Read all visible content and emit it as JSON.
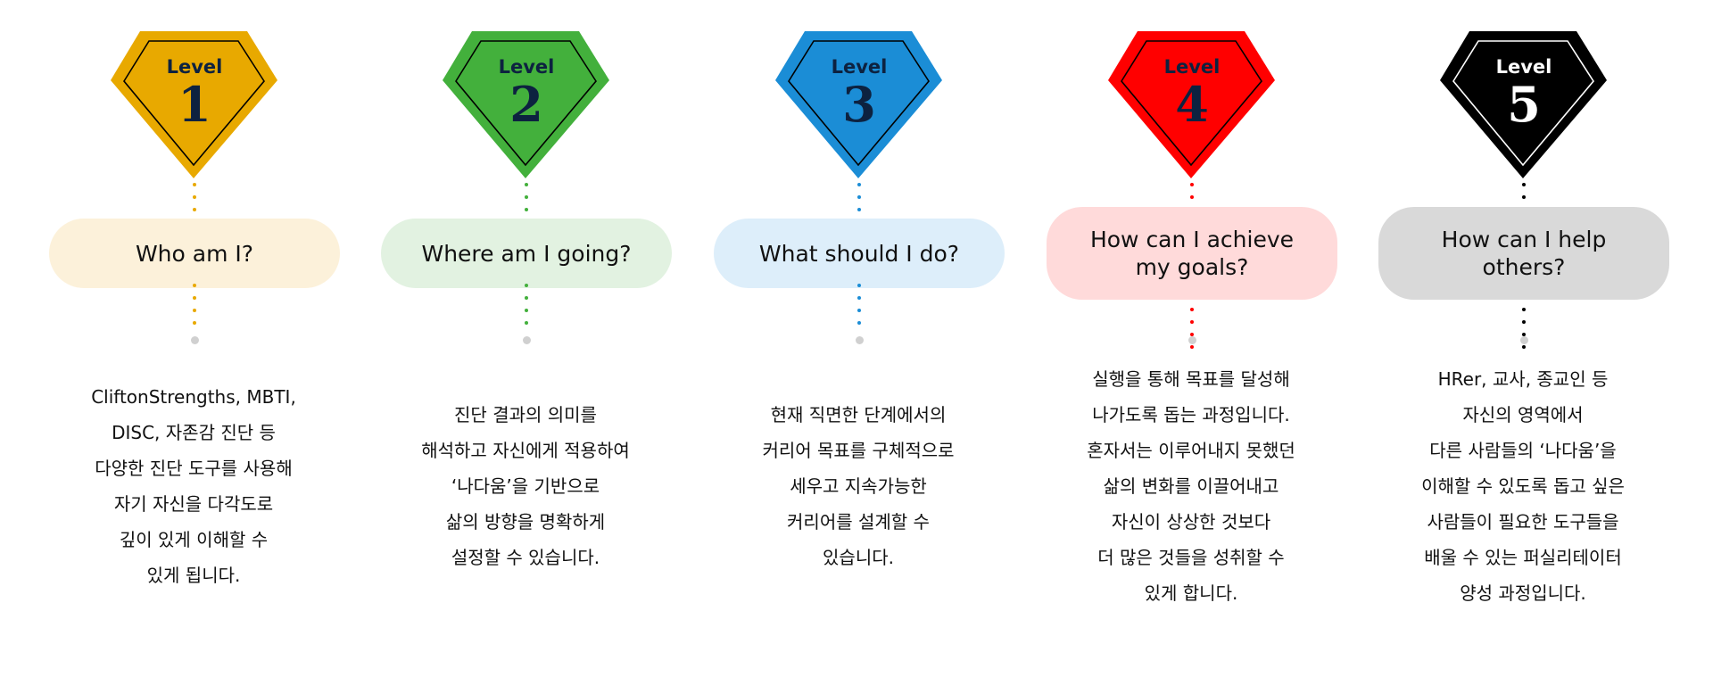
{
  "levels": [
    {
      "label": "Level",
      "number": "1",
      "color": "#E8A900",
      "pill_bg": "#FCF1DA",
      "text_color": "#0D2240",
      "question": "Who am I?",
      "description": [
        "CliftonStrengths, MBTI,",
        "DISC, 자존감 진단 등",
        "다양한 진단 도구를 사용해",
        "자기 자신을 다각도로",
        "깊이 있게 이해할 수",
        "있게 됩니다."
      ]
    },
    {
      "label": "Level",
      "number": "2",
      "color": "#43B03C",
      "pill_bg": "#E2F2E1",
      "text_color": "#0D2240",
      "question": "Where am I going?",
      "description": [
        "진단 결과의 의미를",
        "해석하고 자신에게 적용하여",
        "‘나다움’을 기반으로",
        "삶의 방향을 명확하게",
        "설정할 수 있습니다."
      ]
    },
    {
      "label": "Level",
      "number": "3",
      "color": "#1B8DD6",
      "pill_bg": "#DDEEFA",
      "text_color": "#0D2240",
      "question": "What should I do?",
      "description": [
        "현재 직면한 단계에서의",
        "커리어 목표를 구체적으로",
        "세우고 지속가능한",
        "커리어를 설계할 수",
        "있습니다."
      ]
    },
    {
      "label": "Level",
      "number": "4",
      "color": "#FF0000",
      "pill_bg": "#FFDADA",
      "text_color": "#0D2240",
      "question": "How can I achieve my goals?",
      "description": [
        "실행을 통해 목표를 달성해",
        "나가도록 돕는 과정입니다.",
        "혼자서는 이루어내지 못했던",
        "삶의 변화를 이끌어내고",
        "자신이 상상한 것보다",
        "더 많은 것들을 성취할 수",
        "있게 합니다."
      ]
    },
    {
      "label": "Level",
      "number": "5",
      "color": "#000000",
      "pill_bg": "#D9D9D9",
      "text_color": "#FFFFFF",
      "question": "How can I help others?",
      "description": [
        "HRer, 교사, 종교인 등",
        "자신의 영역에서",
        "다른 사람들의 ‘나다움’을",
        "이해할 수 있도록 돕고 싶은",
        "사람들이 필요한 도구들을",
        "배울 수 있는 퍼실리테이터",
        "양성 과정입니다."
      ]
    }
  ]
}
